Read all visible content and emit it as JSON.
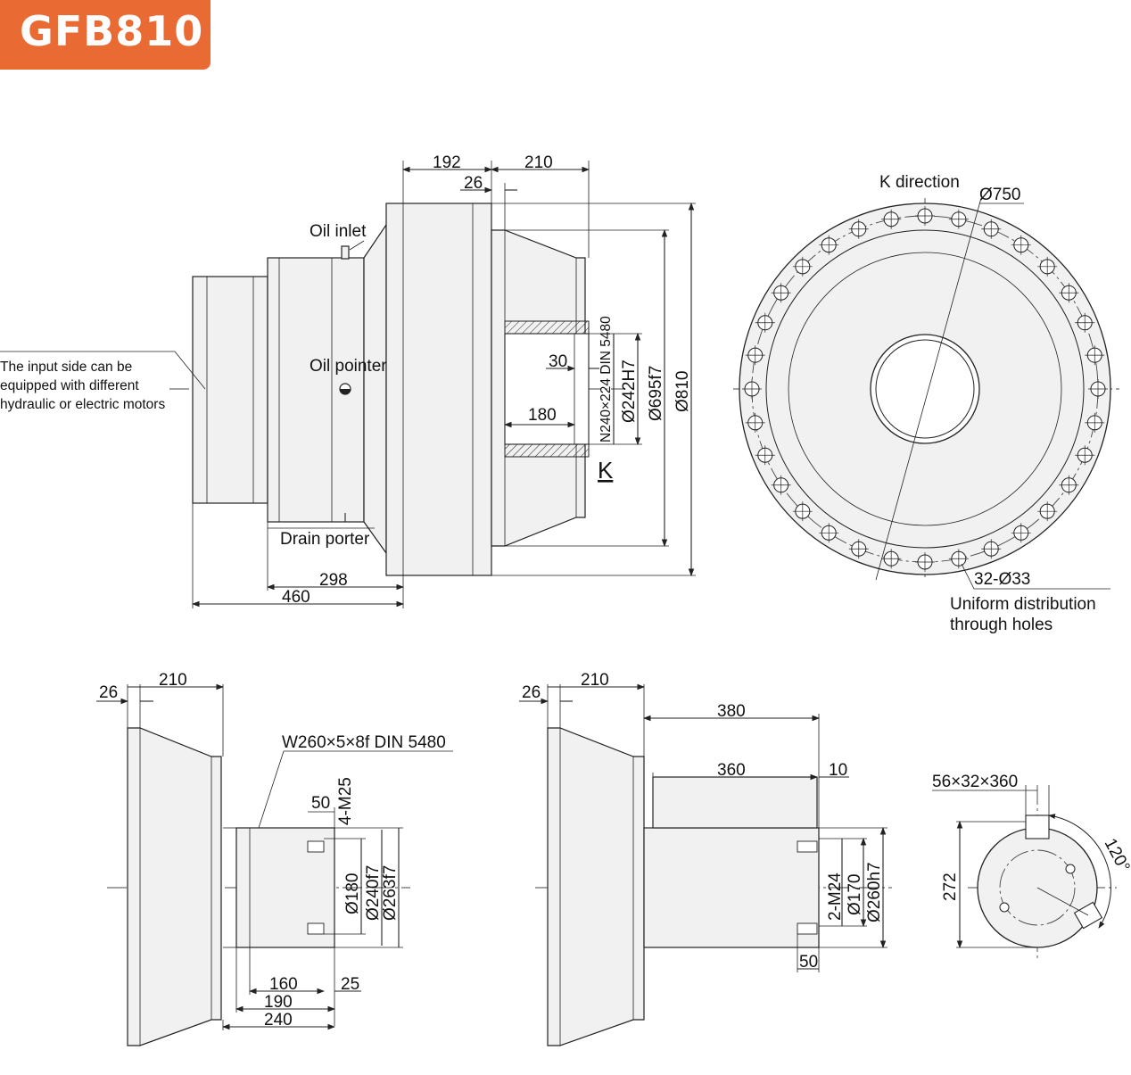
{
  "title": "GFB810",
  "colors": {
    "badge": "#ea6a33",
    "line": "#222222",
    "fill": "#f1f1f1"
  },
  "main_view": {
    "dims": {
      "d192": "192",
      "d210": "210",
      "d26": "26",
      "d30": "30",
      "d180": "180",
      "d298": "298",
      "d460": "460",
      "spline": "N240×224 DIN 5480",
      "dia242": "Ø242H7",
      "dia695": "Ø695f7",
      "dia810": "Ø810"
    },
    "labels": {
      "oil_inlet": "Oil inlet",
      "oil_pointer": "Oil pointer",
      "drain_porter": "Drain porter",
      "k": "K",
      "input_note": [
        "The input side can be",
        "equipped with different",
        "hydraulic or electric motors"
      ]
    }
  },
  "k_view": {
    "k_direction": "K direction",
    "dia750": "Ø750",
    "holes": "32-Ø33",
    "holes_note": [
      "Uniform distribution",
      "through holes"
    ]
  },
  "spline_shaft_view": {
    "d26": "26",
    "d210": "210",
    "spline": "W260×5×8f DIN 5480",
    "d50": "50",
    "thread": "4-M25",
    "dia180": "Ø180",
    "dia240": "Ø240f7",
    "dia263": "Ø263f7",
    "d160": "160",
    "d25": "25",
    "d190": "190",
    "d240": "240"
  },
  "key_shaft_view": {
    "d26": "26",
    "d210": "210",
    "d380": "380",
    "d360": "360",
    "d10": "10",
    "thread": "2-M24",
    "dia170": "Ø170",
    "dia260": "Ø260h7",
    "d50": "50"
  },
  "key_section": {
    "key": "56×32×360",
    "d272": "272",
    "angle": "120°"
  }
}
